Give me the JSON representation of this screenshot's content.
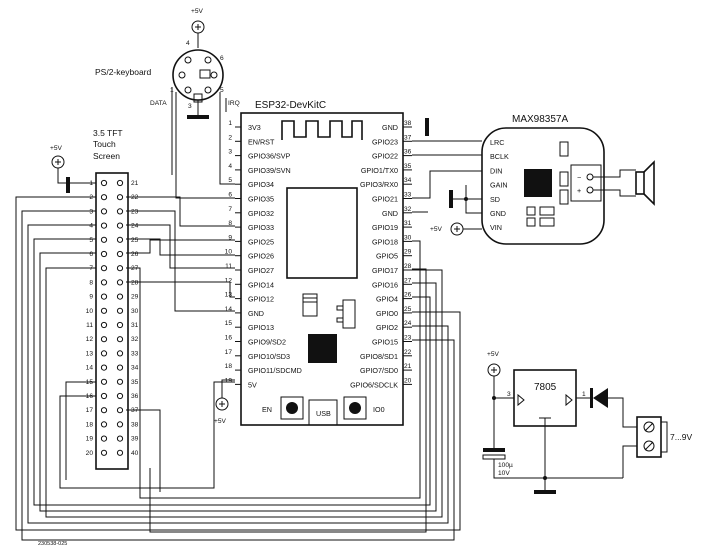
{
  "esp32": {
    "title": "ESP32-DevKitC",
    "left_pins": [
      {
        "n": "1",
        "name": "3V3"
      },
      {
        "n": "2",
        "name": "EN/RST"
      },
      {
        "n": "3",
        "name": "GPIO36/SVP"
      },
      {
        "n": "4",
        "name": "GPIO39/SVN"
      },
      {
        "n": "5",
        "name": "GPIO34"
      },
      {
        "n": "6",
        "name": "GPIO35"
      },
      {
        "n": "7",
        "name": "GPIO32"
      },
      {
        "n": "8",
        "name": "GPIO33"
      },
      {
        "n": "9",
        "name": "GPIO25"
      },
      {
        "n": "10",
        "name": "GPIO26"
      },
      {
        "n": "11",
        "name": "GPIO27"
      },
      {
        "n": "12",
        "name": "GPIO14"
      },
      {
        "n": "13",
        "name": "GPIO12"
      },
      {
        "n": "14",
        "name": "GND"
      },
      {
        "n": "15",
        "name": "GPIO13"
      },
      {
        "n": "16",
        "name": "GPIO9/SD2"
      },
      {
        "n": "17",
        "name": "GPIO10/SD3"
      },
      {
        "n": "18",
        "name": "GPIO11/SDCMD"
      },
      {
        "n": "19",
        "name": "5V"
      }
    ],
    "right_pins": [
      {
        "n": "38",
        "name": "GND"
      },
      {
        "n": "37",
        "name": "GPIO23"
      },
      {
        "n": "36",
        "name": "GPIO22"
      },
      {
        "n": "35",
        "name": "GPIO1/TX0"
      },
      {
        "n": "34",
        "name": "GPIO3/RX0"
      },
      {
        "n": "33",
        "name": "GPIO21"
      },
      {
        "n": "32",
        "name": "GND"
      },
      {
        "n": "31",
        "name": "GPIO19"
      },
      {
        "n": "30",
        "name": "GPIO18"
      },
      {
        "n": "29",
        "name": "GPIO5"
      },
      {
        "n": "28",
        "name": "GPIO17"
      },
      {
        "n": "27",
        "name": "GPIO16"
      },
      {
        "n": "26",
        "name": "GPIO4"
      },
      {
        "n": "25",
        "name": "GPIO0"
      },
      {
        "n": "24",
        "name": "GPIO2"
      },
      {
        "n": "23",
        "name": "GPIO15"
      },
      {
        "n": "22",
        "name": "GPIO8/SD1"
      },
      {
        "n": "21",
        "name": "GPIO7/SD0"
      },
      {
        "n": "20",
        "name": "GPIO6/SDCLK"
      }
    ],
    "btn_en": "EN",
    "btn_usb": "USB",
    "btn_io0": "IO0"
  },
  "tft": {
    "title_l1": "3.5 TFT",
    "title_l2": "Touch",
    "title_l3": "Screen",
    "left_nums": [
      "1",
      "2",
      "3",
      "4",
      "5",
      "6",
      "7",
      "8",
      "9",
      "10",
      "11",
      "12",
      "13",
      "14",
      "15",
      "16",
      "17",
      "18",
      "19",
      "20"
    ],
    "right_nums": [
      "21",
      "22",
      "23",
      "24",
      "25",
      "26",
      "27",
      "28",
      "29",
      "30",
      "31",
      "32",
      "33",
      "34",
      "35",
      "36",
      "37",
      "38",
      "39",
      "40"
    ]
  },
  "ps2": {
    "title": "PS/2-keyboard",
    "supply": "+5V",
    "pin4": "4",
    "pin6": "6",
    "pin1": "1",
    "pin5": "5",
    "pin3": "3",
    "data": "DATA",
    "irq": "IRQ"
  },
  "amp": {
    "title": "MAX98357A",
    "pins": [
      "LRC",
      "BCLK",
      "DIN",
      "GAIN",
      "SD",
      "GND",
      "VIN"
    ],
    "minus": "−",
    "plus": "+"
  },
  "reg": {
    "title": "7805",
    "pin3": "3",
    "pin1": "1",
    "supply": "+5V",
    "cap_value": "100µ",
    "cap_voltage": "10V",
    "input": "7...9V"
  },
  "supplies": {
    "tft_5v": "+5V",
    "esp_5v": "+5V",
    "amp_5v": "+5V"
  },
  "footer": {
    "code": "230538-025"
  }
}
